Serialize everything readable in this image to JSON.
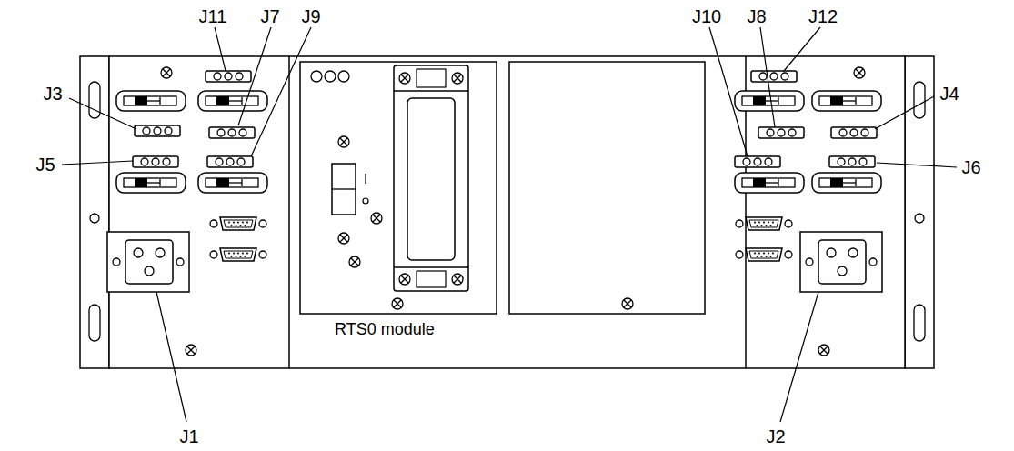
{
  "diagram": {
    "labels": [
      "J11",
      "J7",
      "J9",
      "J3",
      "J5",
      "J10",
      "J8",
      "J12",
      "J4",
      "J6",
      "J1",
      "J2",
      "RTS0 module"
    ]
  }
}
